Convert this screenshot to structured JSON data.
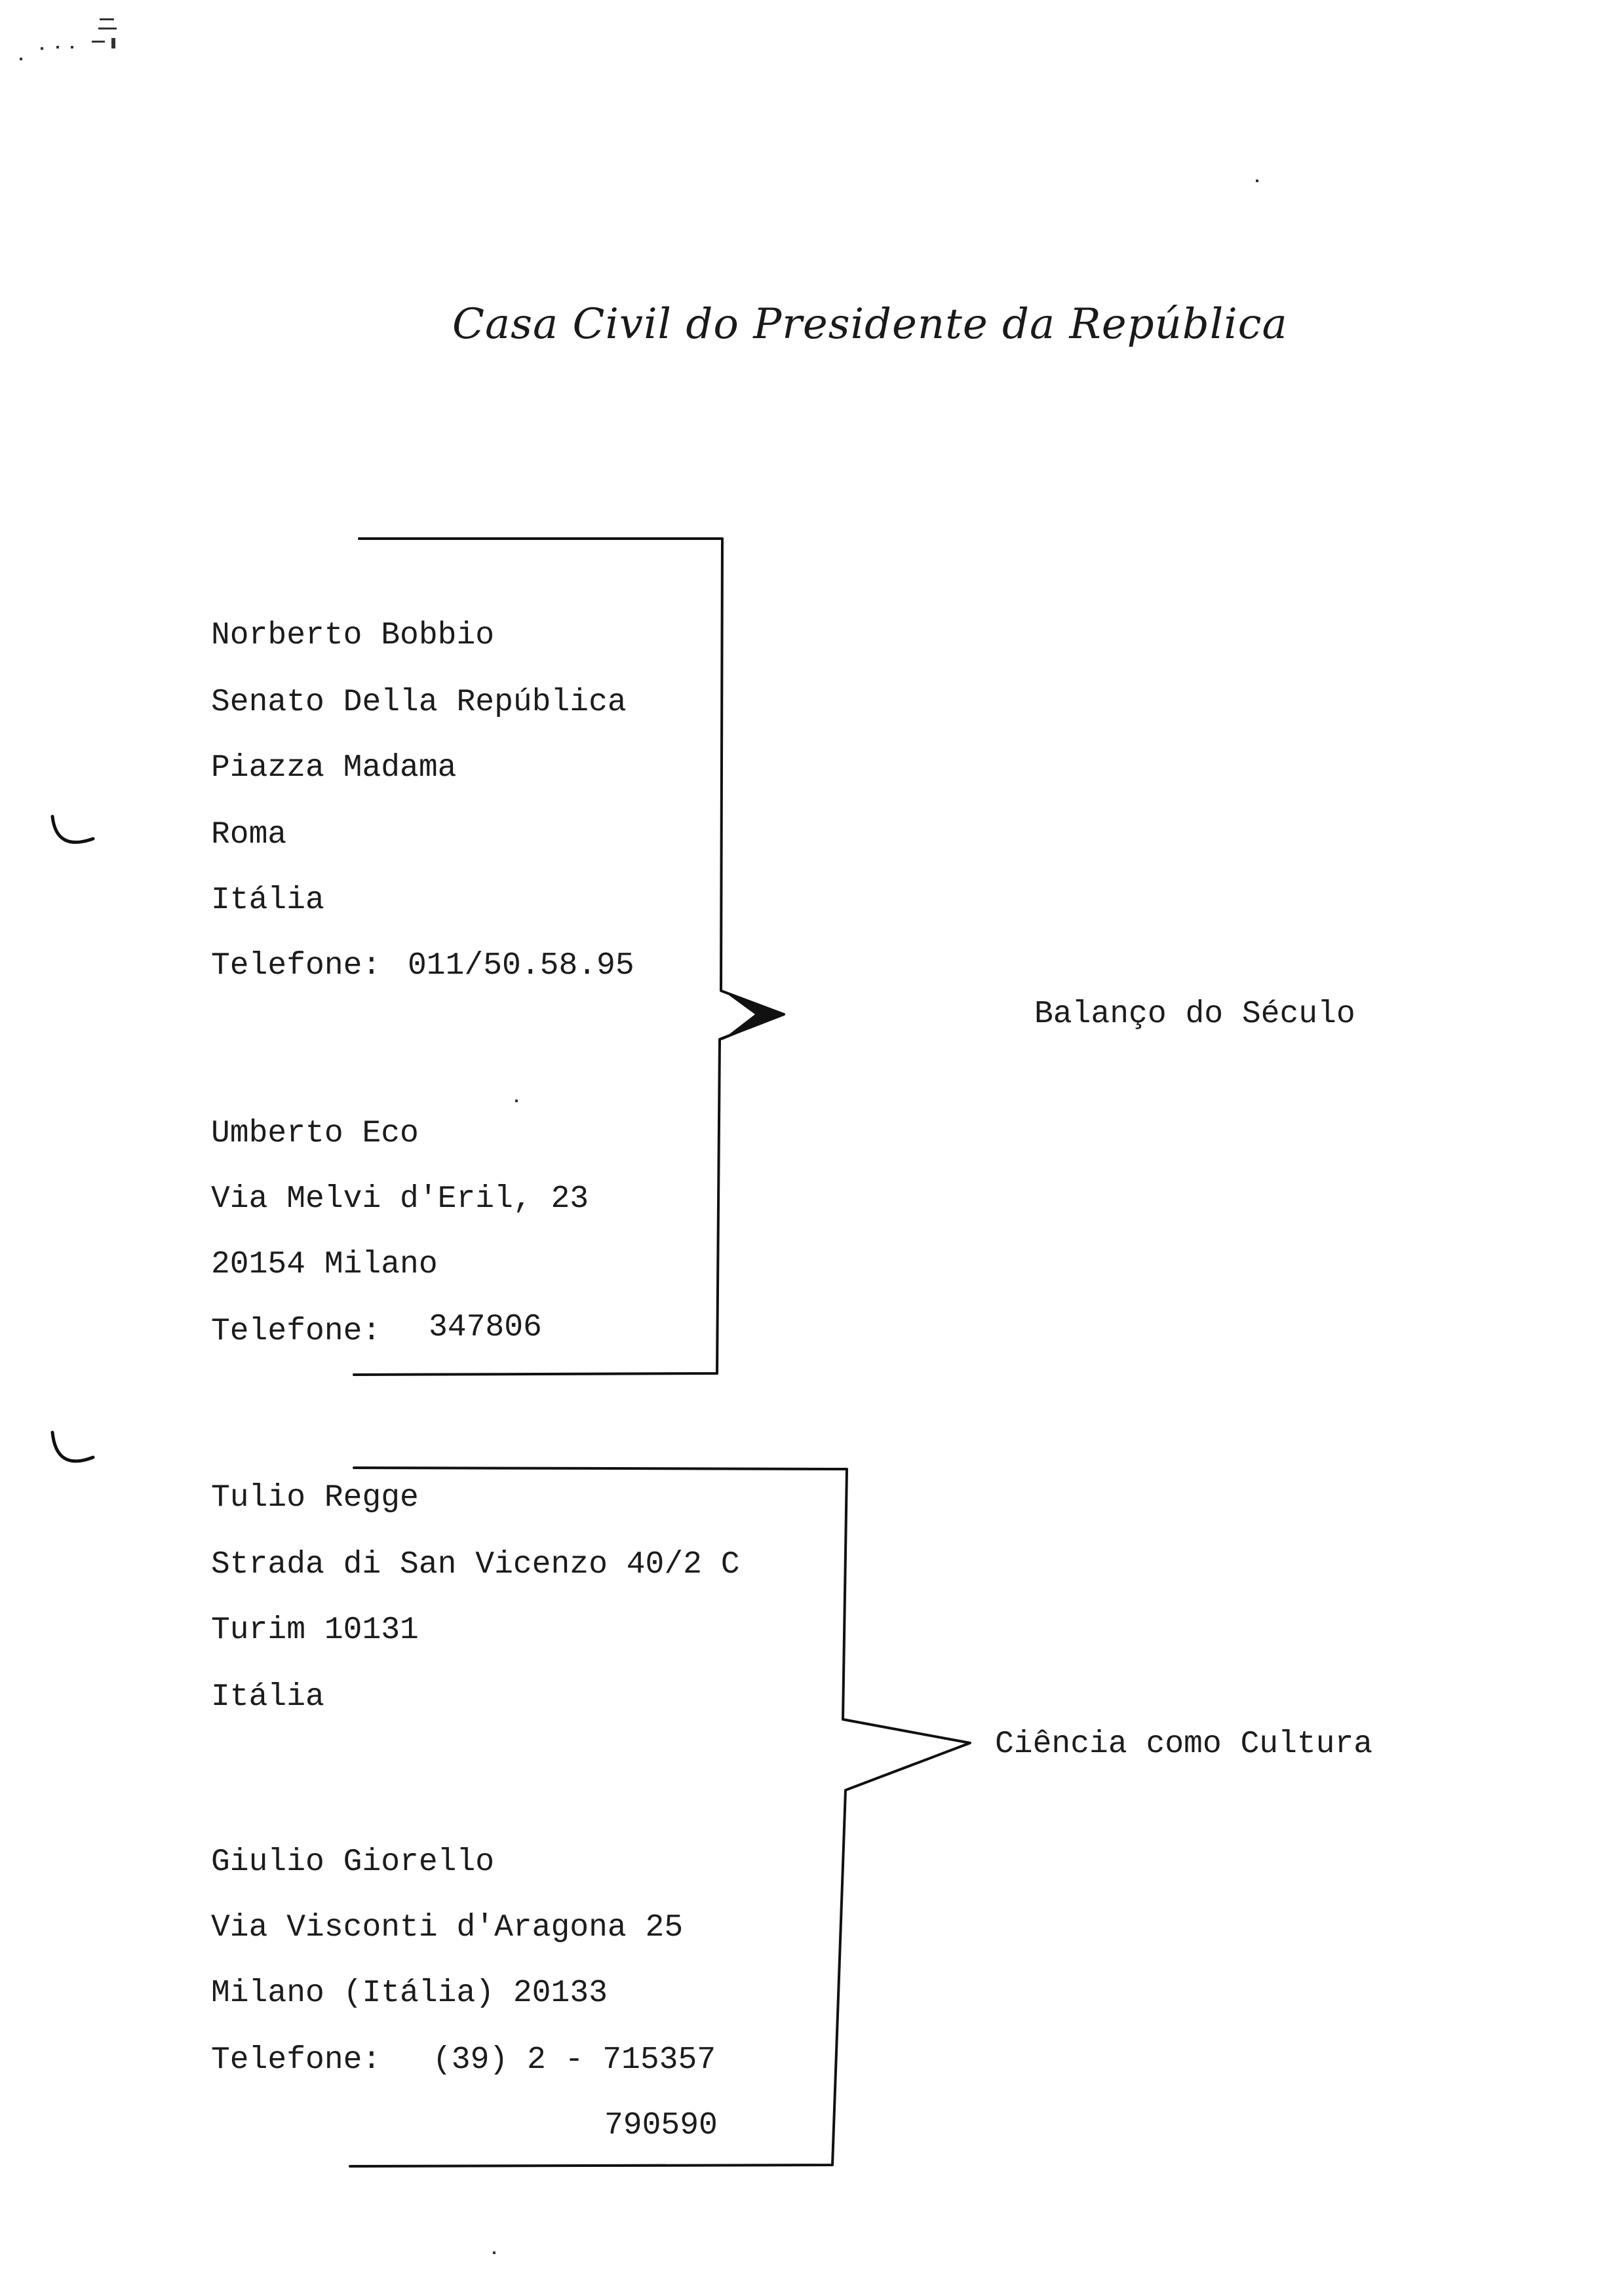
{
  "letterhead": "Casa Civil do Presidente da República",
  "groups": [
    {
      "label": "Balanço do Século",
      "contacts": [
        {
          "lines": [
            "Norberto Bobbio",
            "Senato Della República",
            "Piazza Madama",
            "Roma",
            "Itália"
          ],
          "phone_label": "Telefone:",
          "phones": [
            "011/50.58.95"
          ]
        },
        {
          "lines": [
            "Umberto Eco",
            "Via Melvi d'Eril, 23",
            "20154 Milano"
          ],
          "phone_label": "Telefone:",
          "phones": [
            "347806"
          ]
        }
      ]
    },
    {
      "label": "Ciência como Cultura",
      "contacts": [
        {
          "lines": [
            "Tulio Regge",
            "Strada di San Vicenzo 40/2 C",
            "Turim 10131",
            "Itália"
          ]
        },
        {
          "lines": [
            "Giulio Giorello",
            "Via Visconti d'Aragona 25",
            "Milano (Itália) 20133"
          ],
          "phone_label": "Telefone:",
          "phones": [
            "(39) 2 - 715357",
            "790590"
          ]
        }
      ]
    }
  ]
}
